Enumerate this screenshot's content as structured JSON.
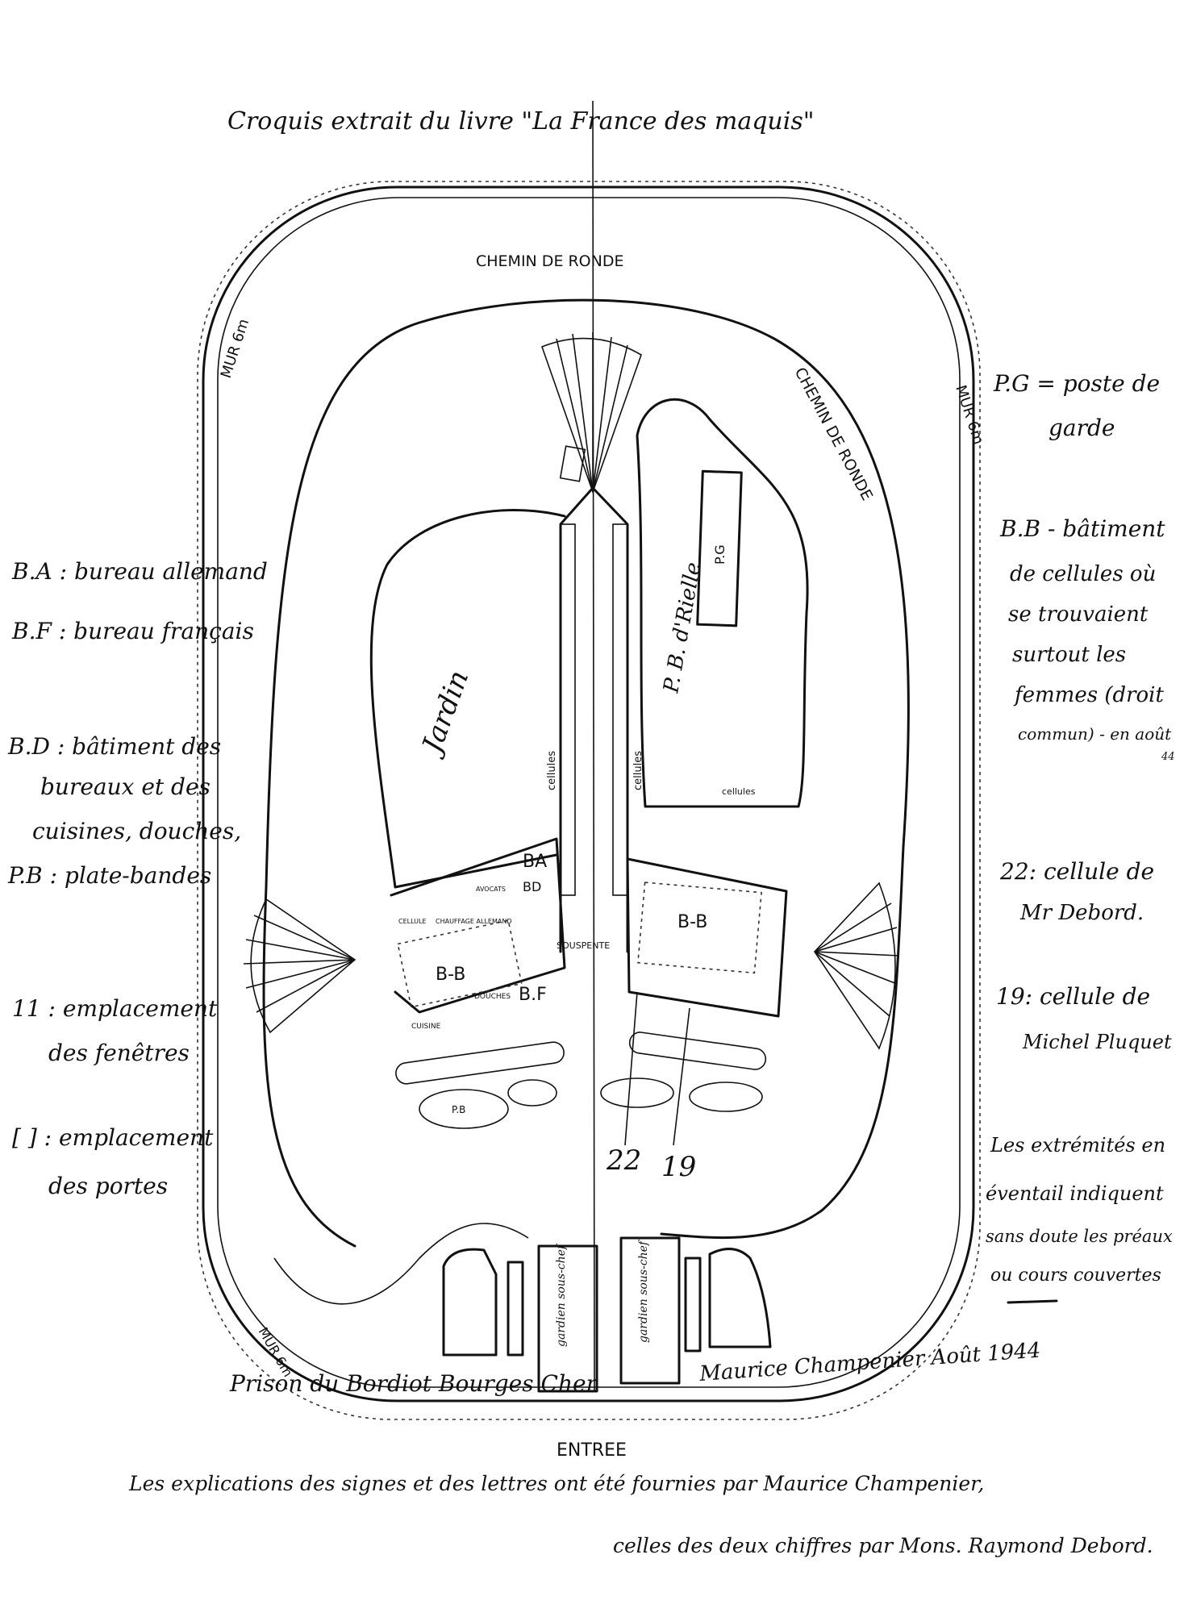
{
  "title": "Croquis extrait du livre \"La France des maquis\"",
  "plan_labels": {
    "chemin_top": "CHEMIN DE RONDE",
    "chemin_right": "CHEMIN DE RONDE",
    "mur_left": "MUR 6m",
    "mur_right": "MUR 6m",
    "mur_bottom": "MUR 6m",
    "jardin": "Jardin",
    "pb_right_garden": "P. B. d'Rielle",
    "pg": "P.G",
    "bb_left": "B-B",
    "bb_right": "B-B",
    "ba": "BA",
    "bd": "BD",
    "bf": "B.F",
    "cellules_left": "cellules",
    "cellules_right": "cellules",
    "cellules_top_right": "cellules",
    "souspente": "SOUSPENTE",
    "cuisine": "CUISINE",
    "douches": "DOUCHES",
    "chauffage": "CHAUFFAGE ALLEMAND",
    "avocats": "AVOCATS",
    "cellule_small": "CELLULE",
    "pb": "P.B",
    "num_22": "22",
    "num_19": "19",
    "gardien_left": "gardien sous-chef",
    "gardien_right": "gardien sous-chef",
    "signature_place": "Prison du Bordiot Bourges Cher",
    "signature_author": "Maurice Champenier Août 1944",
    "entree": "ENTREE"
  },
  "legend_left": [
    {
      "key": "B.A",
      "text": ": bureau allemand"
    },
    {
      "key": "B.F",
      "text": ": bureau français"
    },
    {
      "key": "B.D",
      "lines": [
        ": bâtiment des",
        "bureaux et des",
        "cuisines, douches,"
      ]
    },
    {
      "key": "P.B",
      "text": ": plate-bandes"
    },
    {
      "key": "11",
      "lines": [
        ": emplacement",
        "des fenêtres"
      ]
    },
    {
      "key": "[ ]",
      "lines": [
        ": emplacement",
        "des portes"
      ]
    }
  ],
  "legend_right": [
    {
      "key": "P.G",
      "lines": [
        "= poste de",
        "garde"
      ]
    },
    {
      "key": "B.B",
      "lines": [
        "- bâtiment",
        "de cellules où",
        "se trouvaient",
        "surtout les",
        "femmes (droit",
        "commun) - en août",
        "44"
      ]
    },
    {
      "key": "22",
      "lines": [
        ": cellule de",
        "Mr Debord."
      ]
    },
    {
      "key": "19",
      "lines": [
        ": cellule de",
        "Michel Pluquet"
      ]
    },
    {
      "lines": [
        "Les extrémités en",
        "éventail indiquent",
        "sans doute les préaux",
        "ou cours couvertes"
      ]
    }
  ],
  "footer": {
    "line1": "Les explications des signes et des lettres ont été fournies par Maurice Champenier,",
    "line2": "celles des deux chiffres par Mons. Raymond Debord."
  }
}
